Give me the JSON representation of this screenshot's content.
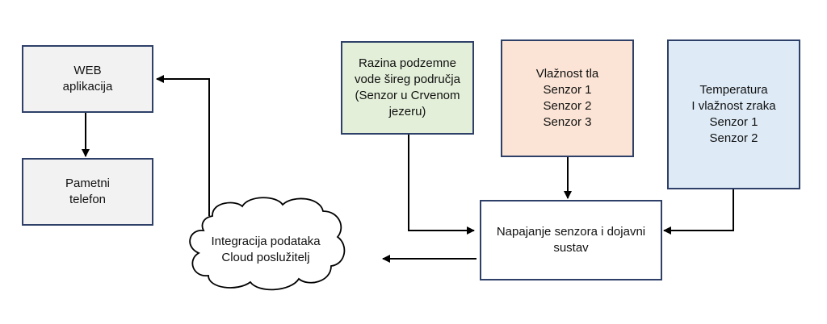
{
  "colors": {
    "border": "#2e4068",
    "grey_fill": "#f2f2f2",
    "green_fill": "#e3efd9",
    "orange_fill": "#fbe4d5",
    "blue_fill": "#deebf7",
    "white_fill": "#ffffff"
  },
  "nodes": {
    "web_app": {
      "lines": [
        "WEB",
        "aplikacija"
      ]
    },
    "smartphone": {
      "lines": [
        "Pametni",
        "telefon"
      ]
    },
    "groundwater": {
      "lines": [
        "Razina podzemne",
        "vode šireg područja",
        "(Senzor u Crvenom",
        "jezeru)"
      ]
    },
    "soil_moisture": {
      "lines": [
        "Vlažnost tla",
        "Senzor 1",
        "Senzor 2",
        "Senzor 3"
      ]
    },
    "temp_humidity": {
      "lines": [
        "Temperatura",
        "I vlažnost zraka",
        "Senzor 1",
        "Senzor 2"
      ]
    },
    "power_alarm": {
      "lines": [
        "Napajanje senzora i dojavni",
        "sustav"
      ]
    },
    "cloud": {
      "lines": [
        "Integracija podataka",
        "Cloud poslužitelj"
      ]
    }
  }
}
